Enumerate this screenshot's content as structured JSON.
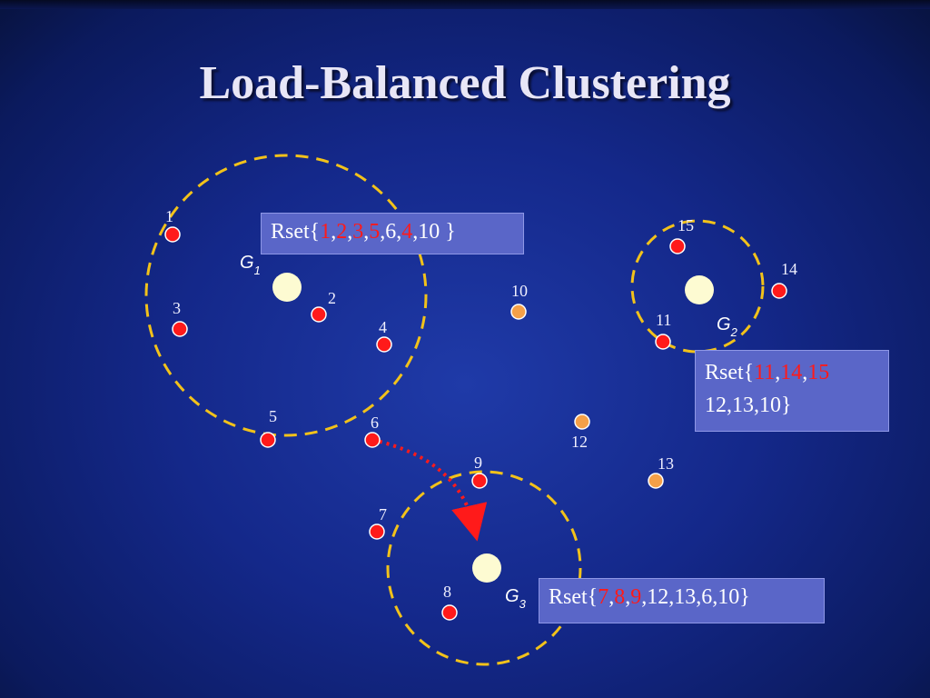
{
  "slide": {
    "title": "Load-Balanced Clustering"
  },
  "colors": {
    "circle_stroke": "#f2c21a",
    "head_node": "#fdfbd2",
    "member_node": "#ff1a1a",
    "unclustered_node": "#f5a048",
    "arrow": "#ff1a1a",
    "highlight_text": "#ff1a1a",
    "rset_box": "#5a66c8"
  },
  "groups": {
    "g1": {
      "letter": "G",
      "sub": "1"
    },
    "g2": {
      "letter": "G",
      "sub": "2"
    },
    "g3": {
      "letter": "G",
      "sub": "3"
    }
  },
  "nodes": [
    {
      "label": "1",
      "kind": "member"
    },
    {
      "label": "2",
      "kind": "member"
    },
    {
      "label": "3",
      "kind": "member"
    },
    {
      "label": "4",
      "kind": "member"
    },
    {
      "label": "5",
      "kind": "member"
    },
    {
      "label": "6",
      "kind": "member"
    },
    {
      "label": "7",
      "kind": "member"
    },
    {
      "label": "8",
      "kind": "member"
    },
    {
      "label": "9",
      "kind": "member"
    },
    {
      "label": "10",
      "kind": "unclustered"
    },
    {
      "label": "11",
      "kind": "member"
    },
    {
      "label": "12",
      "kind": "unclustered"
    },
    {
      "label": "13",
      "kind": "unclustered"
    },
    {
      "label": "14",
      "kind": "member"
    },
    {
      "label": "15",
      "kind": "member"
    }
  ],
  "rsets": {
    "g1": {
      "open": "Rset{",
      "r1": "1",
      "c1": ",",
      "r2": "2",
      "c2": ",",
      "r3": "3",
      "c3": ",",
      "r4": "5",
      "c4": ",6,",
      "r5": "4",
      "rest": ",10 }"
    },
    "g2": {
      "open": "Rset{",
      "r1": "11",
      "c1": ",",
      "r2": "14",
      "c2": ",",
      "r3": "15",
      "line2": "12,13,10}"
    },
    "g3": {
      "open": "Rset{",
      "r1": "7",
      "c1": ",",
      "r2": "8",
      "c2": ",",
      "r3": "9",
      "rest": ",12,13,6,10}"
    }
  }
}
